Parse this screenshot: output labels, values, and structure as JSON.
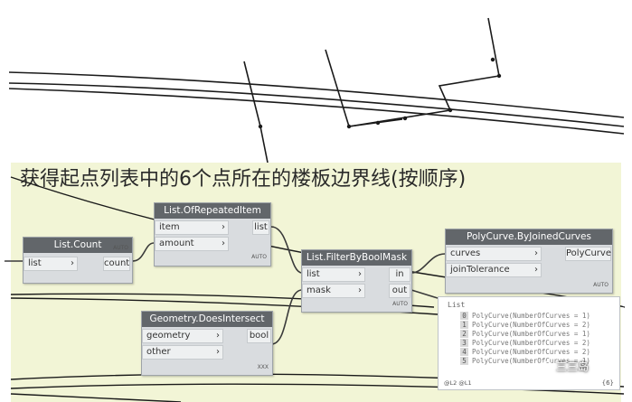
{
  "group": {
    "title": "获得起点列表中的6个点所在的楼板边界线(按顺序)",
    "background": "#f2f5d6"
  },
  "nodes": {
    "list_count": {
      "title": "List.Count",
      "inputs": [
        "list"
      ],
      "output": "count",
      "lacing": "AUTO"
    },
    "repeated_item": {
      "title": "List.OfRepeatedItem",
      "inputs": [
        "item",
        "amount"
      ],
      "output": "list",
      "lacing": "AUTO"
    },
    "filter_bool": {
      "title": "List.FilterByBoolMask",
      "inputs": [
        "list",
        "mask"
      ],
      "outputs": [
        "in",
        "out"
      ],
      "lacing": "AUTO"
    },
    "does_intersect": {
      "title": "Geometry.DoesIntersect",
      "inputs": [
        "geometry",
        "other"
      ],
      "output": "bool",
      "lacing": "XXX"
    },
    "polycurve": {
      "title": "PolyCurve.ByJoinedCurves",
      "inputs": [
        "curves",
        "joinTolerance"
      ],
      "output": "PolyCurve",
      "lacing": "AUTO"
    }
  },
  "watch": {
    "title": "List",
    "rows": [
      {
        "index": "0",
        "text": "PolyCurve(NumberOfCurves = 1)"
      },
      {
        "index": "1",
        "text": "PolyCurve(NumberOfCurves = 2)"
      },
      {
        "index": "2",
        "text": "PolyCurve(NumberOfCurves = 1)"
      },
      {
        "index": "3",
        "text": "PolyCurve(NumberOfCurves = 2)"
      },
      {
        "index": "4",
        "text": "PolyCurve(NumberOfCurves = 2)"
      },
      {
        "index": "5",
        "text": "PolyCurve(NumberOfCurves = 1)"
      }
    ],
    "footer": "@L2 @L1",
    "count": "{6}"
  },
  "watermark": "三三岛",
  "colors": {
    "node_header": "#62666a",
    "node_body": "#d9dcdf",
    "wire": "#2b2b2b",
    "geometry_line": "#1a1a1a"
  }
}
